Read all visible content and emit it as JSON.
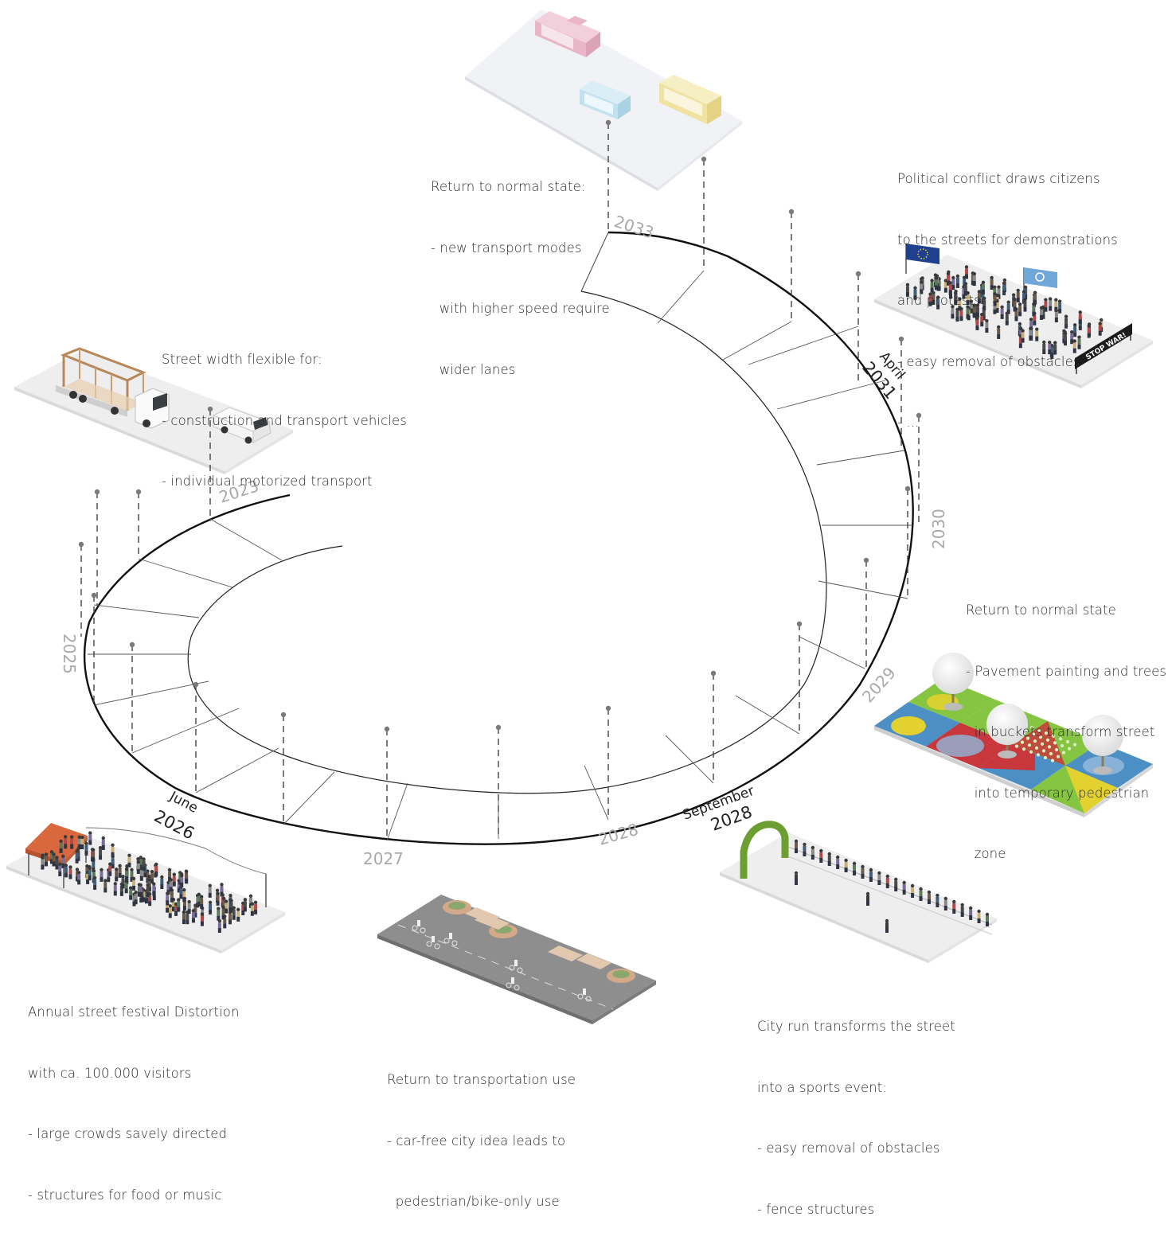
{
  "timeline": {
    "year_labels": [
      "2023",
      "2025",
      "2027",
      "2028",
      "2029",
      "2030",
      "2033"
    ],
    "event_labels": [
      {
        "month": "June",
        "year": "2026"
      },
      {
        "month": "September",
        "year": "2028"
      },
      {
        "month": "April",
        "year": "2031"
      }
    ]
  },
  "scenarios": {
    "transport_2023": {
      "lines": [
        "Street width flexible for:",
        "- construction and transport vehicles",
        "- individual motorized transport"
      ]
    },
    "festival_2026": {
      "lines": [
        "Annual street festival Distortion",
        "with ca. 100.000 visitors",
        "- large crowds savely directed",
        "- structures for food or music"
      ]
    },
    "carfree_2027": {
      "lines": [
        "Return to transportation use",
        "- car-free city idea leads to",
        "  pedestrian/bike-only use"
      ]
    },
    "cityrun_2028": {
      "lines": [
        "City run transforms the street",
        "into a sports event:",
        "- easy removal of obstacles",
        "- fence structures"
      ]
    },
    "pedestrian_2029": {
      "lines": [
        "Return to normal state",
        "- Pavement painting and trees",
        "  in buckets transform street",
        "  into temporary pedestrian",
        "  zone"
      ]
    },
    "protest_2031": {
      "lines": [
        "Political conflict draws citizens",
        "to the streets for demonstrations",
        "and protests",
        "- easy removal of obstacles",
        "- ..."
      ],
      "banner": "STOP WAR!"
    },
    "transport_2033": {
      "lines": [
        "Return to normal state:",
        "- new transport modes",
        "  with higher speed require",
        "  wider lanes"
      ]
    }
  },
  "colors": {
    "ring": "#111111",
    "year_label": "#a9a9a9",
    "event_label": "#222222",
    "pin": "#7a7a7a",
    "platform": "#eeeeee",
    "road": "#8e8e8e",
    "tent": "#d9683f",
    "arch": "#6d9e32",
    "pod_pink": "#e8b8c8",
    "pod_blue": "#c6e3ef",
    "pod_yellow": "#f2e6a8",
    "paint_green": "#86c541",
    "paint_red": "#c8373c",
    "paint_blue": "#4c8fc5",
    "paint_yellow": "#e2d12e"
  }
}
